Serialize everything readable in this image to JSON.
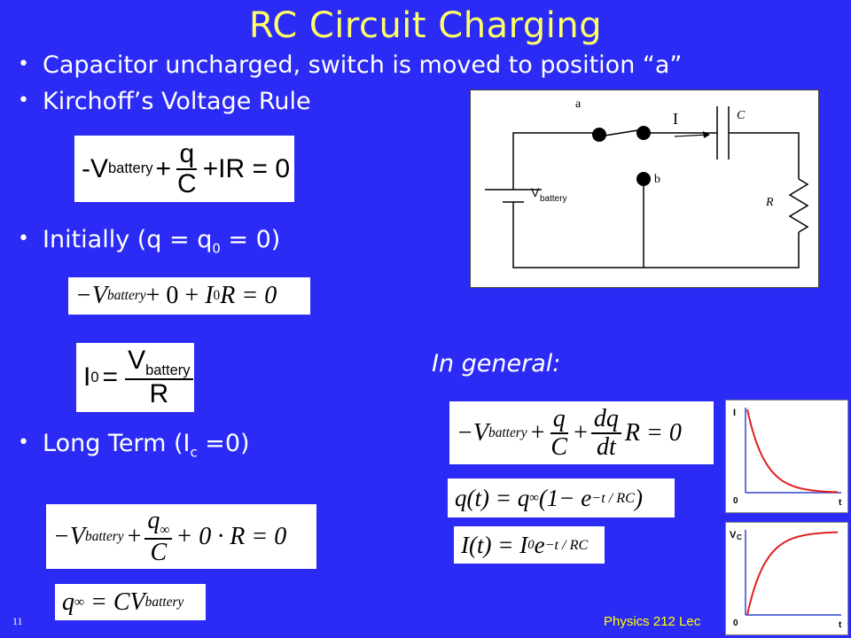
{
  "title": "RC Circuit Charging",
  "bullets": {
    "b1": "Capacitor uncharged, switch is moved to position “a”",
    "b2": "Kirchoff’s Voltage Rule",
    "b3_pre": "Initially  (q = q",
    "b3_sub": "0",
    "b3_post": " = 0)",
    "b4_pre": "Long Term  (I",
    "b4_sub": "c",
    "b4_post": " =0)",
    "dot": "•"
  },
  "in_general": "In general:",
  "eq_kvl": {
    "lead": "-V",
    "sub": "battery",
    "plus1": "+",
    "num": "q",
    "den": "C",
    "tail": "+IR = 0"
  },
  "eq_initial": {
    "lead": "−V",
    "sub": "battery",
    "mid": "+ 0 + ",
    "i": "I",
    "isub": "0",
    "tail": "R = 0"
  },
  "eq_i0": {
    "lead": "I",
    "sub": "0",
    "eq": "=",
    "num": "V",
    "numsub": "battery",
    "den": "R"
  },
  "eq_general": {
    "lead": "−V",
    "sub": "battery",
    "plus1": "+",
    "num1": "q",
    "den1": "C",
    "plus2": "+",
    "num2": "dq",
    "den2": "dt",
    "tail": "R = 0"
  },
  "eq_qt": {
    "text": "q(t) = q",
    "sub": "∞",
    "mid": "(1− e",
    "sup": "−t / RC",
    "end": ")"
  },
  "eq_it": {
    "text": "I(t) = I",
    "sub": "0",
    "mid": "e",
    "sup": "−t / RC"
  },
  "eq_longterm": {
    "lead": "−V",
    "sub": "battery",
    "plus1": "+",
    "num": "q",
    "numsub": "∞",
    "den": "C",
    "tail": "+ 0 · R = 0"
  },
  "eq_qinf": {
    "lead": "q",
    "sub": "∞",
    "mid": " = CV",
    "sub2": "battery"
  },
  "circuit": {
    "label_a": "a",
    "label_b": "b",
    "label_C": "C",
    "label_R": "R",
    "label_I": "I",
    "label_V": "V",
    "label_Vsub": "battery"
  },
  "graph_current": {
    "ylabel": "I",
    "xlabel": "t",
    "origin": "0"
  },
  "graph_voltage": {
    "ylabel": "V",
    "ylabel_sub": "C",
    "xlabel": "t",
    "origin": "0"
  },
  "footer": {
    "page": "11",
    "course": "Physics 212  Lec"
  },
  "colors": {
    "background": "#2b2bf5",
    "title": "#ffff66",
    "curve": "#e02020",
    "axis": "#3344cc"
  }
}
